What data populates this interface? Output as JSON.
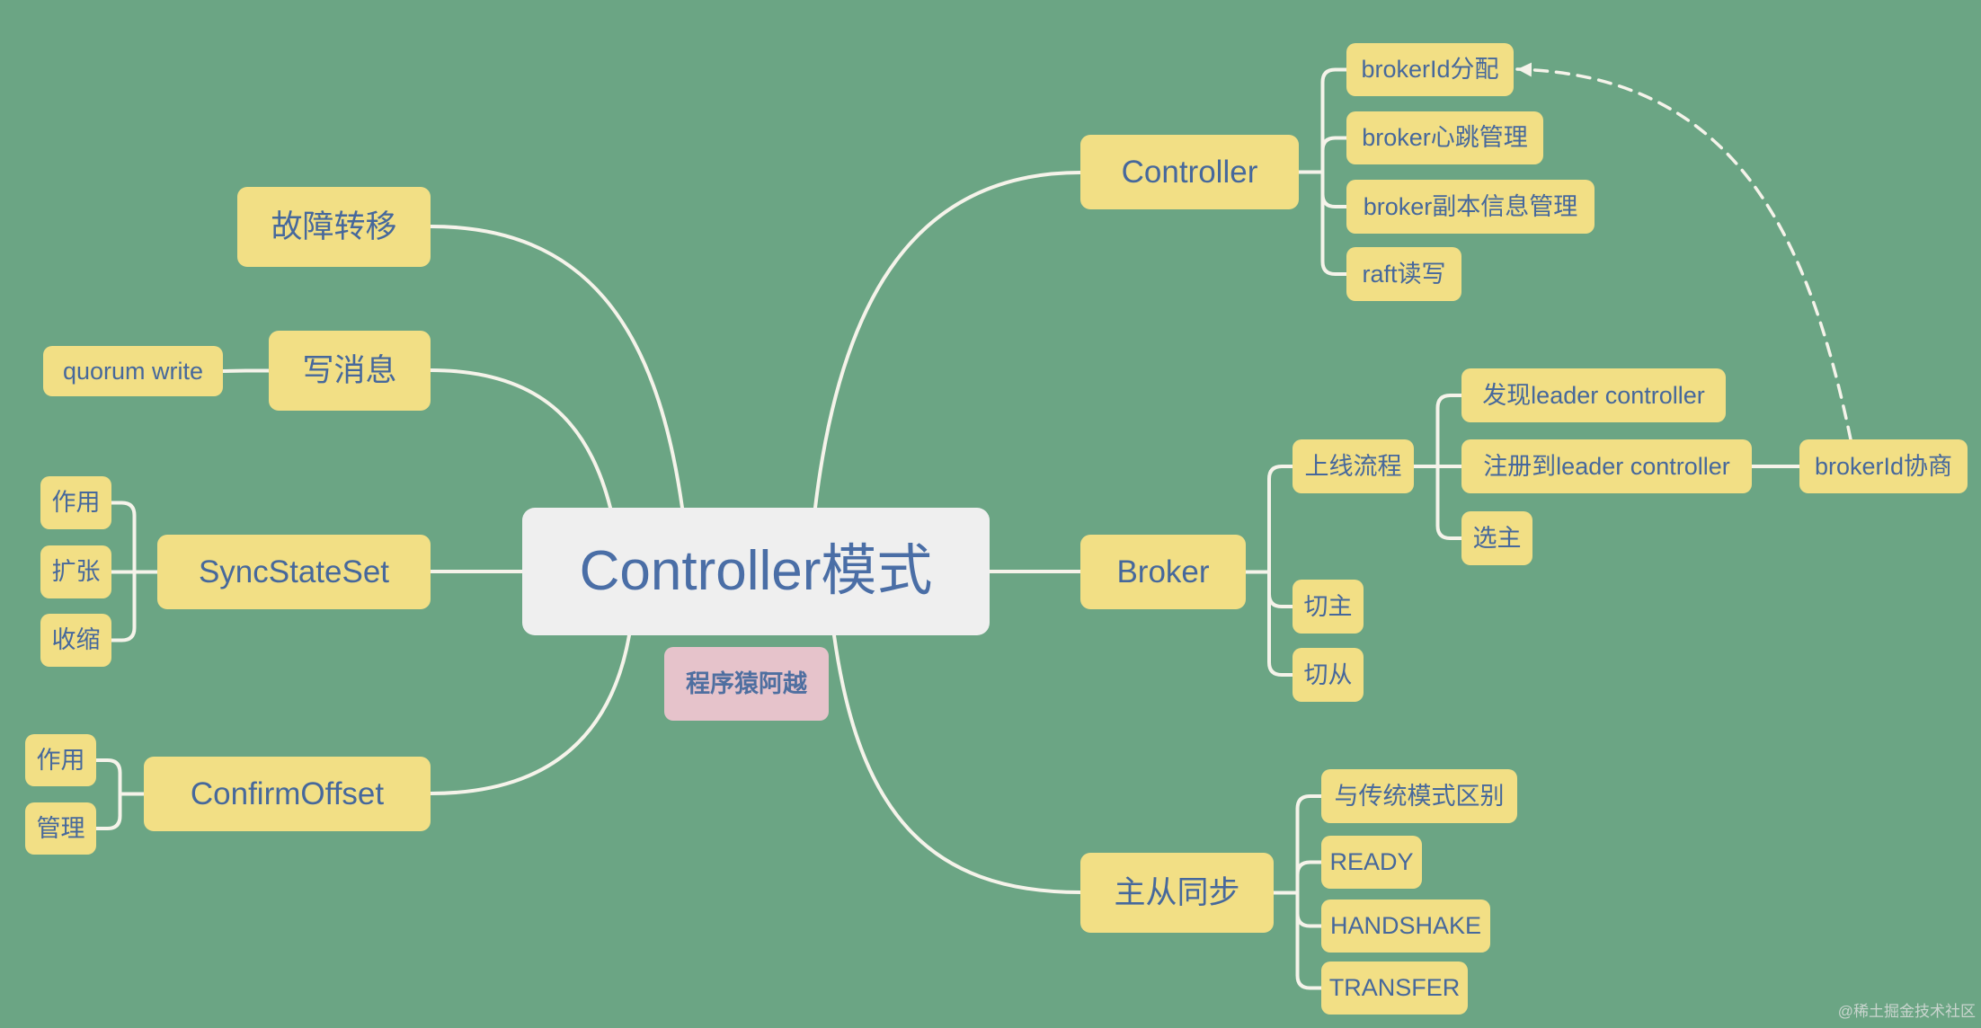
{
  "center": {
    "title": "Controller模式",
    "tag": "程序猿阿越"
  },
  "left_branches": {
    "failover": {
      "label": "故障转移"
    },
    "write_message": {
      "label": "写消息",
      "children": [
        "quorum write"
      ]
    },
    "sync_state_set": {
      "label": "SyncStateSet",
      "children": [
        "作用",
        "扩张",
        "收缩"
      ]
    },
    "confirm_offset": {
      "label": "ConfirmOffset",
      "children": [
        "作用",
        "管理"
      ]
    }
  },
  "right_branches": {
    "controller": {
      "label": "Controller",
      "children": [
        "brokerId分配",
        "broker心跳管理",
        "broker副本信息管理",
        "raft读写"
      ]
    },
    "broker": {
      "label": "Broker",
      "children": [
        {
          "label": "上线流程",
          "children": [
            {
              "label": "发现leader controller"
            },
            {
              "label": "注册到leader controller",
              "children": [
                {
                  "label": "brokerId协商"
                }
              ]
            },
            {
              "label": "选主"
            }
          ]
        },
        {
          "label": "切主"
        },
        {
          "label": "切从"
        }
      ]
    },
    "master_slave_sync": {
      "label": "主从同步",
      "children": [
        "与传统模式区别",
        "READY",
        "HANDSHAKE",
        "TRANSFER"
      ]
    }
  },
  "watermark": "@稀土掘金技术社区",
  "colors": {
    "background": "#6ba584",
    "node": "#f2df85",
    "center_box": "#efefef",
    "tag": "#e6c3cb",
    "text": "#46689c",
    "connector": "#f5f3ea"
  }
}
